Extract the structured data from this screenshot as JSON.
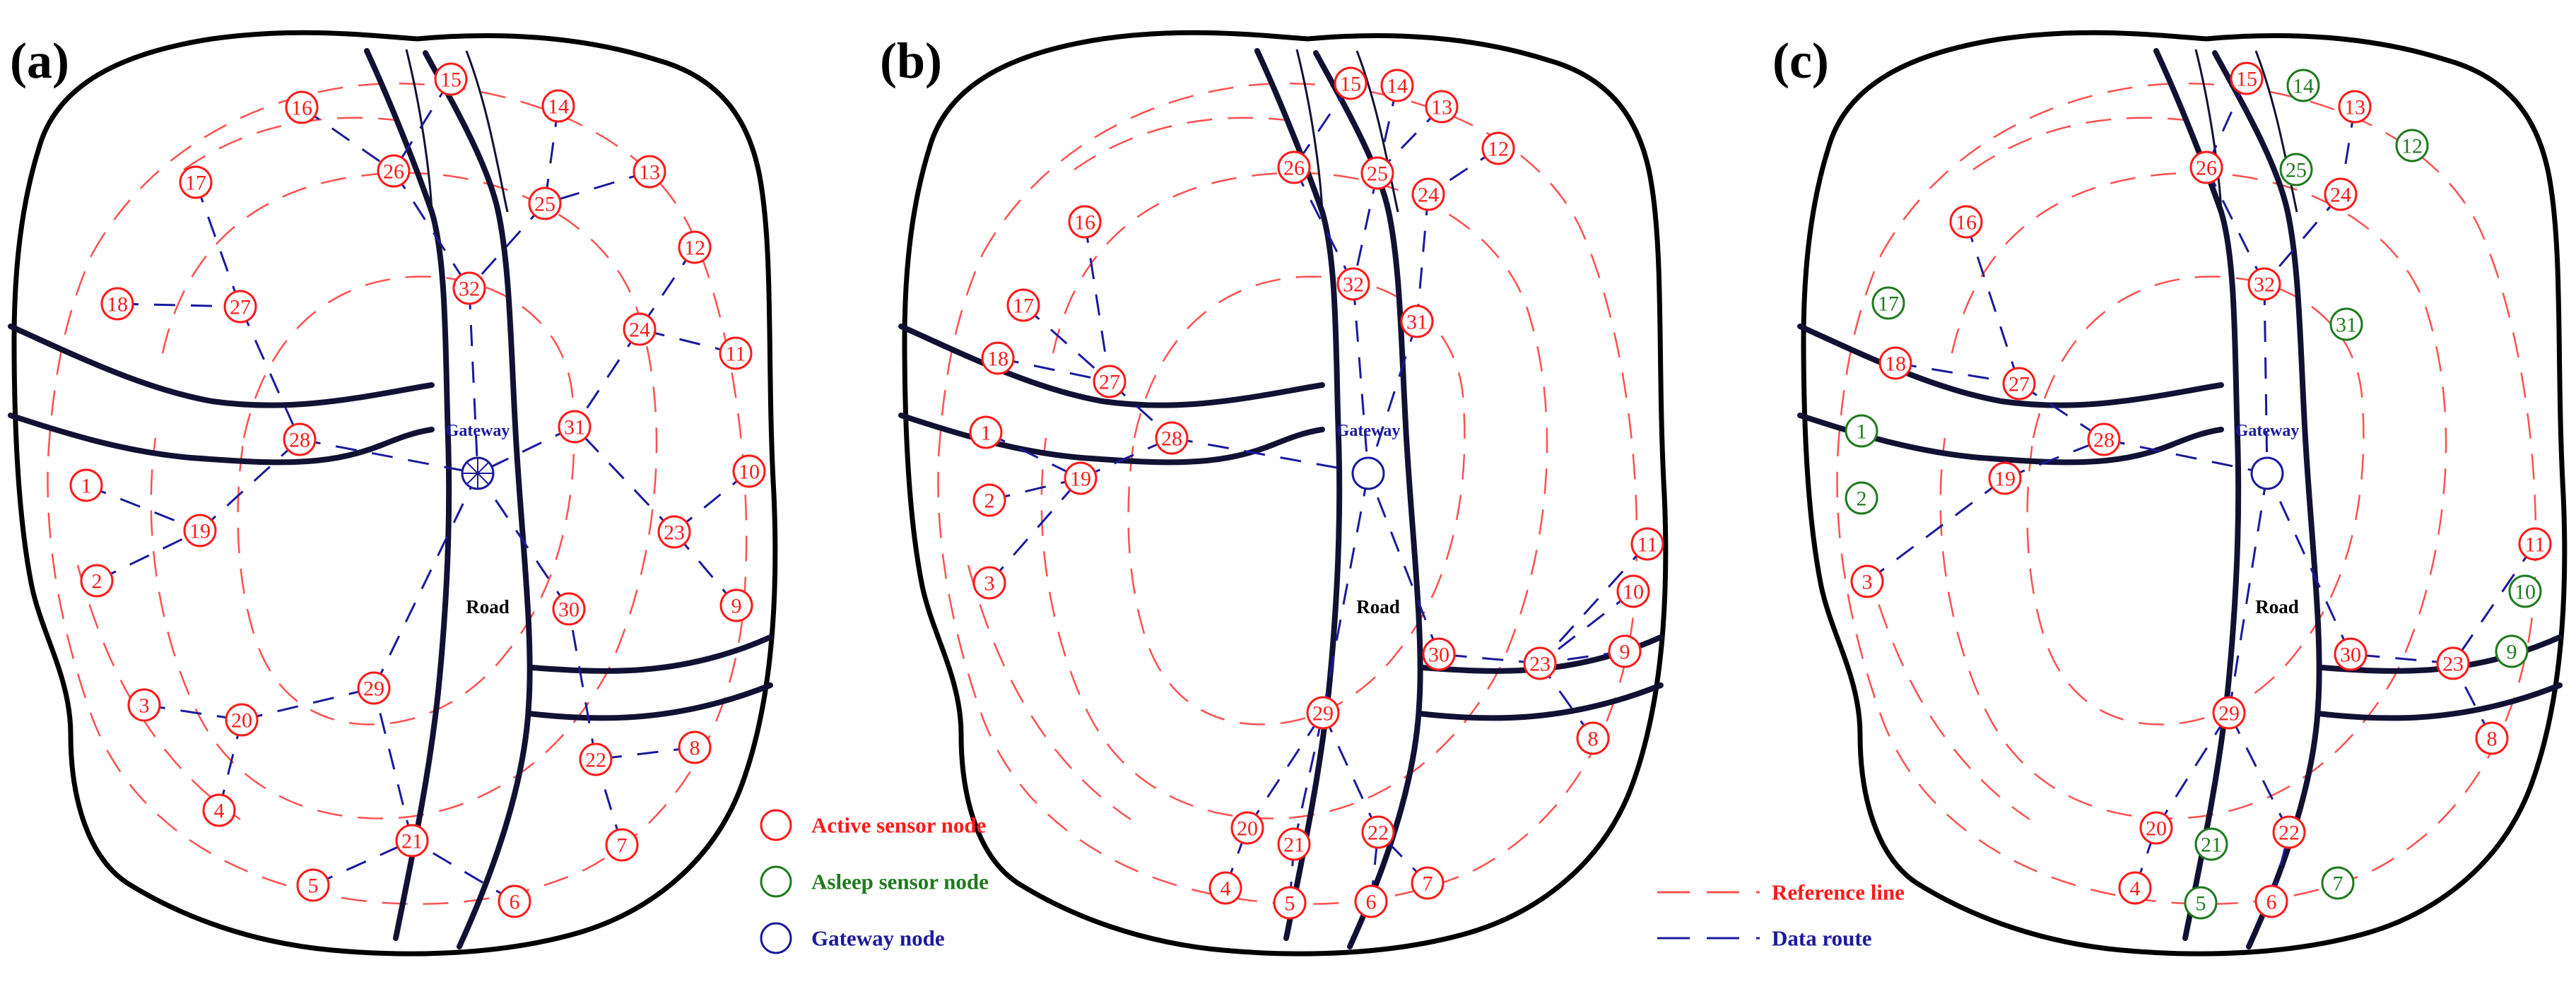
{
  "colors": {
    "active": "#ff1a1a",
    "asleep": "#1f7a1f",
    "gateway": "#1a1a9c",
    "reference": "#ff5050",
    "route": "#1a1a9c",
    "road": "#111133",
    "outline": "#000000"
  },
  "panels": [
    {
      "label": "(a)",
      "gateway_label": "Gateway",
      "road_label": "Road",
      "nodes": [
        {
          "id": "1",
          "state": "active"
        },
        {
          "id": "2",
          "state": "active"
        },
        {
          "id": "3",
          "state": "active"
        },
        {
          "id": "4",
          "state": "active"
        },
        {
          "id": "5",
          "state": "active"
        },
        {
          "id": "6",
          "state": "active"
        },
        {
          "id": "7",
          "state": "active"
        },
        {
          "id": "8",
          "state": "active"
        },
        {
          "id": "9",
          "state": "active"
        },
        {
          "id": "10",
          "state": "active"
        },
        {
          "id": "11",
          "state": "active"
        },
        {
          "id": "12",
          "state": "active"
        },
        {
          "id": "13",
          "state": "active"
        },
        {
          "id": "14",
          "state": "active"
        },
        {
          "id": "15",
          "state": "active"
        },
        {
          "id": "16",
          "state": "active"
        },
        {
          "id": "17",
          "state": "active"
        },
        {
          "id": "18",
          "state": "active"
        },
        {
          "id": "19",
          "state": "active"
        },
        {
          "id": "20",
          "state": "active"
        },
        {
          "id": "21",
          "state": "active"
        },
        {
          "id": "22",
          "state": "active"
        },
        {
          "id": "23",
          "state": "active"
        },
        {
          "id": "24",
          "state": "active"
        },
        {
          "id": "25",
          "state": "active"
        },
        {
          "id": "26",
          "state": "active"
        },
        {
          "id": "27",
          "state": "active"
        },
        {
          "id": "28",
          "state": "active"
        },
        {
          "id": "29",
          "state": "active"
        },
        {
          "id": "30",
          "state": "active"
        },
        {
          "id": "31",
          "state": "active"
        },
        {
          "id": "32",
          "state": "active"
        }
      ]
    },
    {
      "label": "(b)",
      "gateway_label": "Gateway",
      "road_label": "Road",
      "nodes": [
        {
          "id": "1",
          "state": "active"
        },
        {
          "id": "2",
          "state": "active"
        },
        {
          "id": "3",
          "state": "active"
        },
        {
          "id": "4",
          "state": "active"
        },
        {
          "id": "5",
          "state": "active"
        },
        {
          "id": "6",
          "state": "active"
        },
        {
          "id": "7",
          "state": "active"
        },
        {
          "id": "8",
          "state": "active"
        },
        {
          "id": "9",
          "state": "active"
        },
        {
          "id": "10",
          "state": "active"
        },
        {
          "id": "11",
          "state": "active"
        },
        {
          "id": "12",
          "state": "active"
        },
        {
          "id": "13",
          "state": "active"
        },
        {
          "id": "14",
          "state": "active"
        },
        {
          "id": "15",
          "state": "active"
        },
        {
          "id": "16",
          "state": "active"
        },
        {
          "id": "17",
          "state": "active"
        },
        {
          "id": "18",
          "state": "active"
        },
        {
          "id": "19",
          "state": "active"
        },
        {
          "id": "20",
          "state": "active"
        },
        {
          "id": "21",
          "state": "active"
        },
        {
          "id": "22",
          "state": "active"
        },
        {
          "id": "23",
          "state": "active"
        },
        {
          "id": "24",
          "state": "active"
        },
        {
          "id": "25",
          "state": "active"
        },
        {
          "id": "26",
          "state": "active"
        },
        {
          "id": "27",
          "state": "active"
        },
        {
          "id": "28",
          "state": "active"
        },
        {
          "id": "29",
          "state": "active"
        },
        {
          "id": "30",
          "state": "active"
        },
        {
          "id": "31",
          "state": "active"
        },
        {
          "id": "32",
          "state": "active"
        }
      ]
    },
    {
      "label": "(c)",
      "gateway_label": "Gateway",
      "road_label": "Road",
      "nodes": [
        {
          "id": "1",
          "state": "asleep"
        },
        {
          "id": "2",
          "state": "asleep"
        },
        {
          "id": "3",
          "state": "active"
        },
        {
          "id": "4",
          "state": "active"
        },
        {
          "id": "5",
          "state": "asleep"
        },
        {
          "id": "6",
          "state": "active"
        },
        {
          "id": "7",
          "state": "asleep"
        },
        {
          "id": "8",
          "state": "active"
        },
        {
          "id": "9",
          "state": "asleep"
        },
        {
          "id": "10",
          "state": "asleep"
        },
        {
          "id": "11",
          "state": "active"
        },
        {
          "id": "12",
          "state": "asleep"
        },
        {
          "id": "13",
          "state": "active"
        },
        {
          "id": "14",
          "state": "asleep"
        },
        {
          "id": "15",
          "state": "active"
        },
        {
          "id": "16",
          "state": "active"
        },
        {
          "id": "17",
          "state": "asleep"
        },
        {
          "id": "18",
          "state": "active"
        },
        {
          "id": "19",
          "state": "active"
        },
        {
          "id": "20",
          "state": "active"
        },
        {
          "id": "21",
          "state": "asleep"
        },
        {
          "id": "22",
          "state": "active"
        },
        {
          "id": "23",
          "state": "active"
        },
        {
          "id": "24",
          "state": "active"
        },
        {
          "id": "25",
          "state": "asleep"
        },
        {
          "id": "26",
          "state": "active"
        },
        {
          "id": "27",
          "state": "active"
        },
        {
          "id": "28",
          "state": "active"
        },
        {
          "id": "29",
          "state": "active"
        },
        {
          "id": "30",
          "state": "active"
        },
        {
          "id": "31",
          "state": "asleep"
        },
        {
          "id": "32",
          "state": "active"
        }
      ]
    }
  ],
  "legend": {
    "active": "Active sensor node",
    "asleep": "Asleep sensor node",
    "gateway": "Gateway node",
    "reference_line": "Reference line",
    "data_route": "Data route"
  }
}
